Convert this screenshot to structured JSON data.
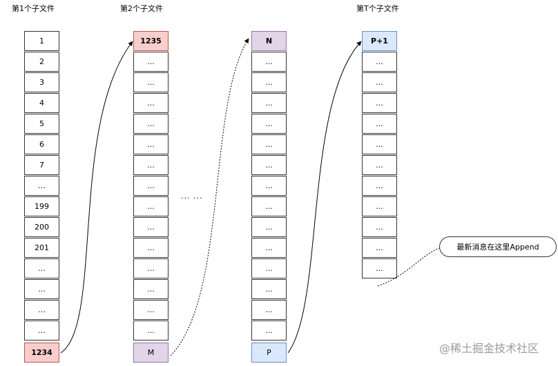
{
  "titles": [
    "第1个子文件",
    "第2个子文件",
    "第T个子文件"
  ],
  "file1": [
    "1",
    "2",
    "3",
    "4",
    "5",
    "6",
    "7",
    "...",
    "199",
    "200",
    "201",
    "...",
    "...",
    "...",
    "...",
    "1234"
  ],
  "file2": [
    "1235",
    "...",
    "...",
    "...",
    "...",
    "...",
    "...",
    "...",
    "...",
    "...",
    "...",
    "...",
    "...",
    "...",
    "...",
    "M"
  ],
  "file3": [
    "N",
    "...",
    "...",
    "...",
    "...",
    "...",
    "...",
    "...",
    "...",
    "...",
    "...",
    "...",
    "...",
    "...",
    "...",
    "P"
  ],
  "fileT": [
    "P+1",
    "...",
    "...",
    "...",
    "...",
    "...",
    "...",
    "...",
    "...",
    "...",
    "...",
    "..."
  ],
  "middle_ellipsis": "... ...",
  "callout": "最新消息在这里Append",
  "watermark": "@稀土掘金技术社区"
}
